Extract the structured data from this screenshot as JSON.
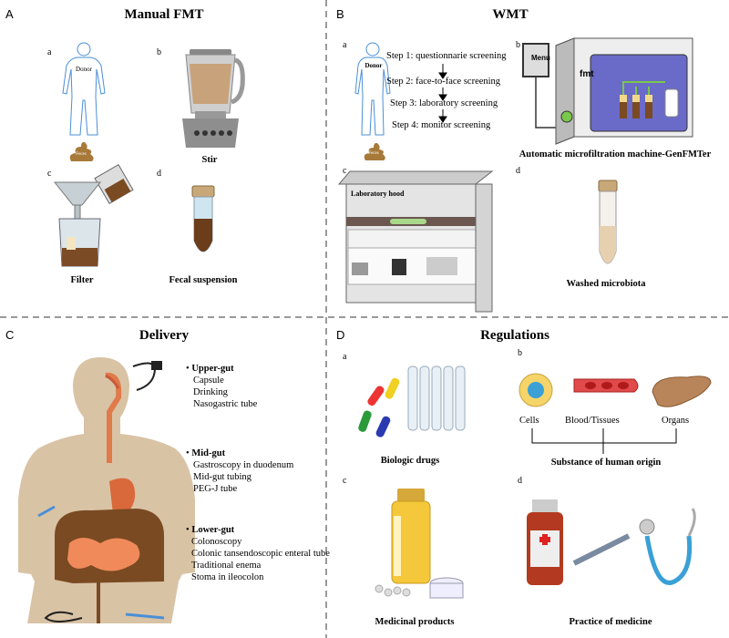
{
  "panels": {
    "A": {
      "letter": "A",
      "title": "Manual FMT",
      "sub": [
        "a",
        "b",
        "c",
        "d"
      ],
      "donor_label": "Donor",
      "feces_label": "Feces",
      "stir": "Stir",
      "filter": "Filter",
      "fecal": "Fecal suspension"
    },
    "B": {
      "letter": "B",
      "title": "WMT",
      "sub": [
        "a",
        "b",
        "c",
        "d"
      ],
      "donor_label": "Donor",
      "feces_label": "Feces",
      "steps": [
        "Step 1: questionnarie screening",
        "Step 2: face-to-face screening",
        "Step 3: laboratory screening",
        "Step 4: monitor screening"
      ],
      "menu": "Menu",
      "fmt": "fmt",
      "machine": "Automatic microfiltration machine-GenFMTer",
      "hood": "Laboratory hood",
      "washed": "Washed microbiota"
    },
    "C": {
      "letter": "C",
      "title": "Delivery",
      "upper": {
        "head": "Upper-gut",
        "items": [
          "Capsule",
          "Drinking",
          "Nasogastric tube"
        ]
      },
      "mid": {
        "head": "Mid-gut",
        "items": [
          "Gastroscopy in duodenum",
          "Mid-gut tubing",
          "PEG-J tube"
        ]
      },
      "lower": {
        "head": "Lower-gut",
        "items": [
          "Colonoscopy",
          "Colonic tansendoscopic enteral tube",
          "Traditional enema",
          "Stoma in ileocolon"
        ]
      }
    },
    "D": {
      "letter": "D",
      "title": "Regulations",
      "sub": [
        "a",
        "b",
        "c",
        "d"
      ],
      "biologic": "Biologic drugs",
      "cells": "Cells",
      "blood": "Blood/Tissues",
      "organs": "Organs",
      "substance": "Substance of human origin",
      "medicinal": "Medicinal products",
      "practice": "Practice of medicine"
    }
  },
  "colors": {
    "donor": "#4a8fd6",
    "feces": "#9a6a2a",
    "brown": "#6b3d1a",
    "body": "#d9c3a5",
    "gut": "#e07a4a",
    "divider": "#333333"
  }
}
